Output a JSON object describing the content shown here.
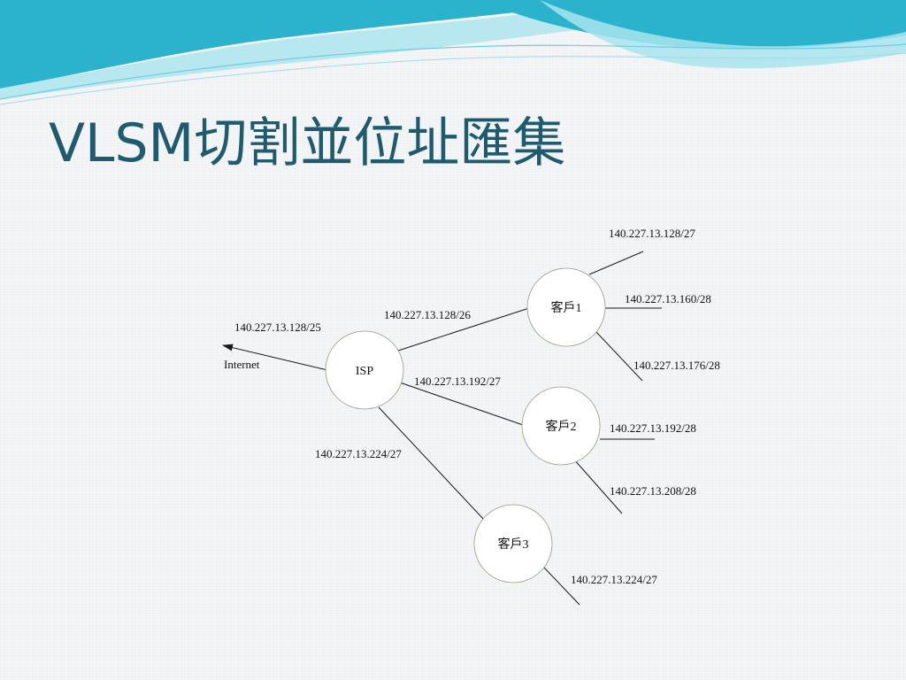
{
  "slide": {
    "title": "VLSM切割並位址匯集",
    "colors": {
      "title": "#1f5b6e",
      "wave_dark": "#2bb2cd",
      "wave_light": "#a9e4ee",
      "node_stroke": "#9a9a80"
    }
  },
  "diagram": {
    "nodes": {
      "isp": "ISP",
      "customer1": "客戶1",
      "customer2": "客戶2",
      "customer3": "客戶3"
    },
    "internet": {
      "label": "Internet",
      "prefix": "140.227.13.128/25",
      "icon": "arrow-left-icon"
    },
    "links": {
      "isp_customer1": "140.227.13.128/26",
      "isp_customer2": "140.227.13.192/27",
      "isp_customer3": "140.227.13.224/27"
    },
    "customer1_subnets": [
      "140.227.13.128/27",
      "140.227.13.160/28",
      "140.227.13.176/28"
    ],
    "customer2_subnets": [
      "140.227.13.192/28",
      "140.227.13.208/28"
    ],
    "customer3_subnets": [
      "140.227.13.224/27"
    ]
  }
}
